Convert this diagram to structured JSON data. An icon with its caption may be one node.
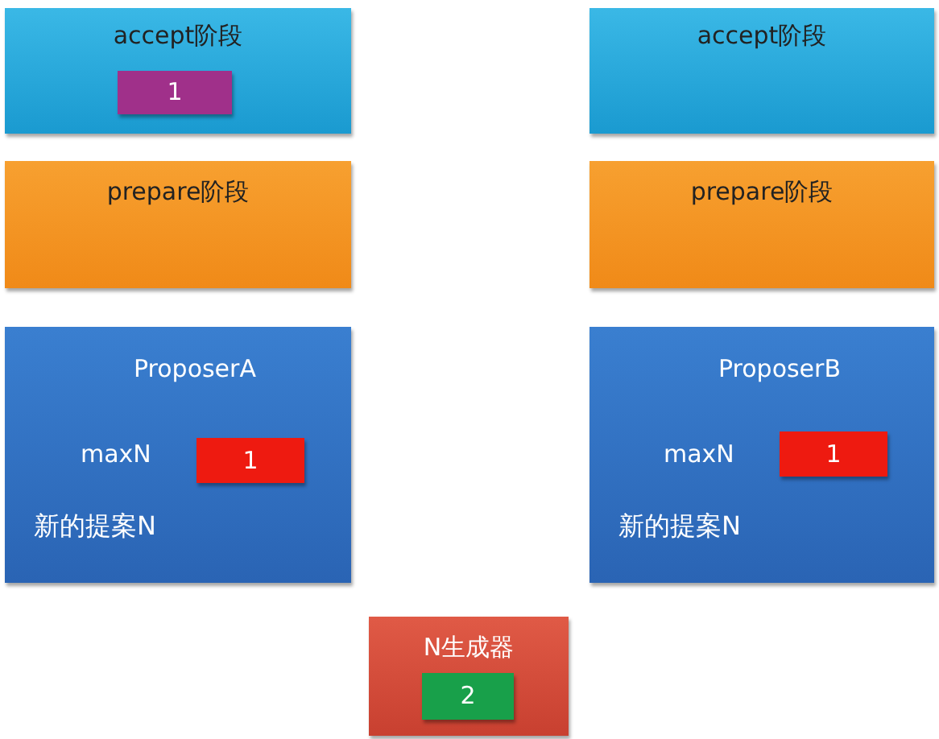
{
  "diagram": {
    "nodes": [
      {
        "text": [
          "accept阶段"
        ]
      },
      {
        "text": [
          "1"
        ],
        "in": 0
      },
      {
        "text": [
          "accept阶段"
        ]
      },
      {
        "text": [
          "prepare阶段"
        ]
      },
      {
        "text": [
          "prepare阶段"
        ]
      },
      {
        "text": [
          "ProposerA",
          "maxN",
          "新的提案N"
        ]
      },
      {
        "text": [
          "1"
        ],
        "in": 5
      },
      {
        "text": [
          "ProposerB",
          "maxN",
          "新的提案N"
        ]
      },
      {
        "text": [
          "1"
        ],
        "in": 7
      },
      {
        "text": [
          "N生成器"
        ]
      },
      {
        "text": [
          "2"
        ],
        "in": 9
      }
    ],
    "edges": []
  }
}
